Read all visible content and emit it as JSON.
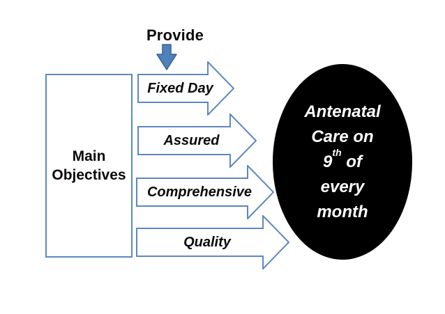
{
  "slide": {
    "provide_label": "Provide",
    "objectives_box": {
      "line1": "Main",
      "line2": "Objectives"
    },
    "arrows": [
      {
        "label": "Fixed Day"
      },
      {
        "label": "Assured"
      },
      {
        "label": "Comprehensive"
      },
      {
        "label": "Quality"
      }
    ],
    "oval": {
      "line1": "Antenatal",
      "line2": "Care on",
      "line3_num": "9",
      "line3_sup": "th",
      "line3_rest": " of",
      "line4": "every",
      "line5": "month"
    },
    "icons": {
      "down_arrow": "down-arrow-icon",
      "right_arrows": "right-arrow-icon"
    },
    "colors": {
      "shape_outline_blue": "#5b88c0",
      "down_arrow_fill": "#4f81bd",
      "down_arrow_outline": "#365f91",
      "oval_fill": "#000000",
      "oval_text": "#ffffff",
      "text_black": "#0a0a0a",
      "background": "#ffffff"
    }
  }
}
